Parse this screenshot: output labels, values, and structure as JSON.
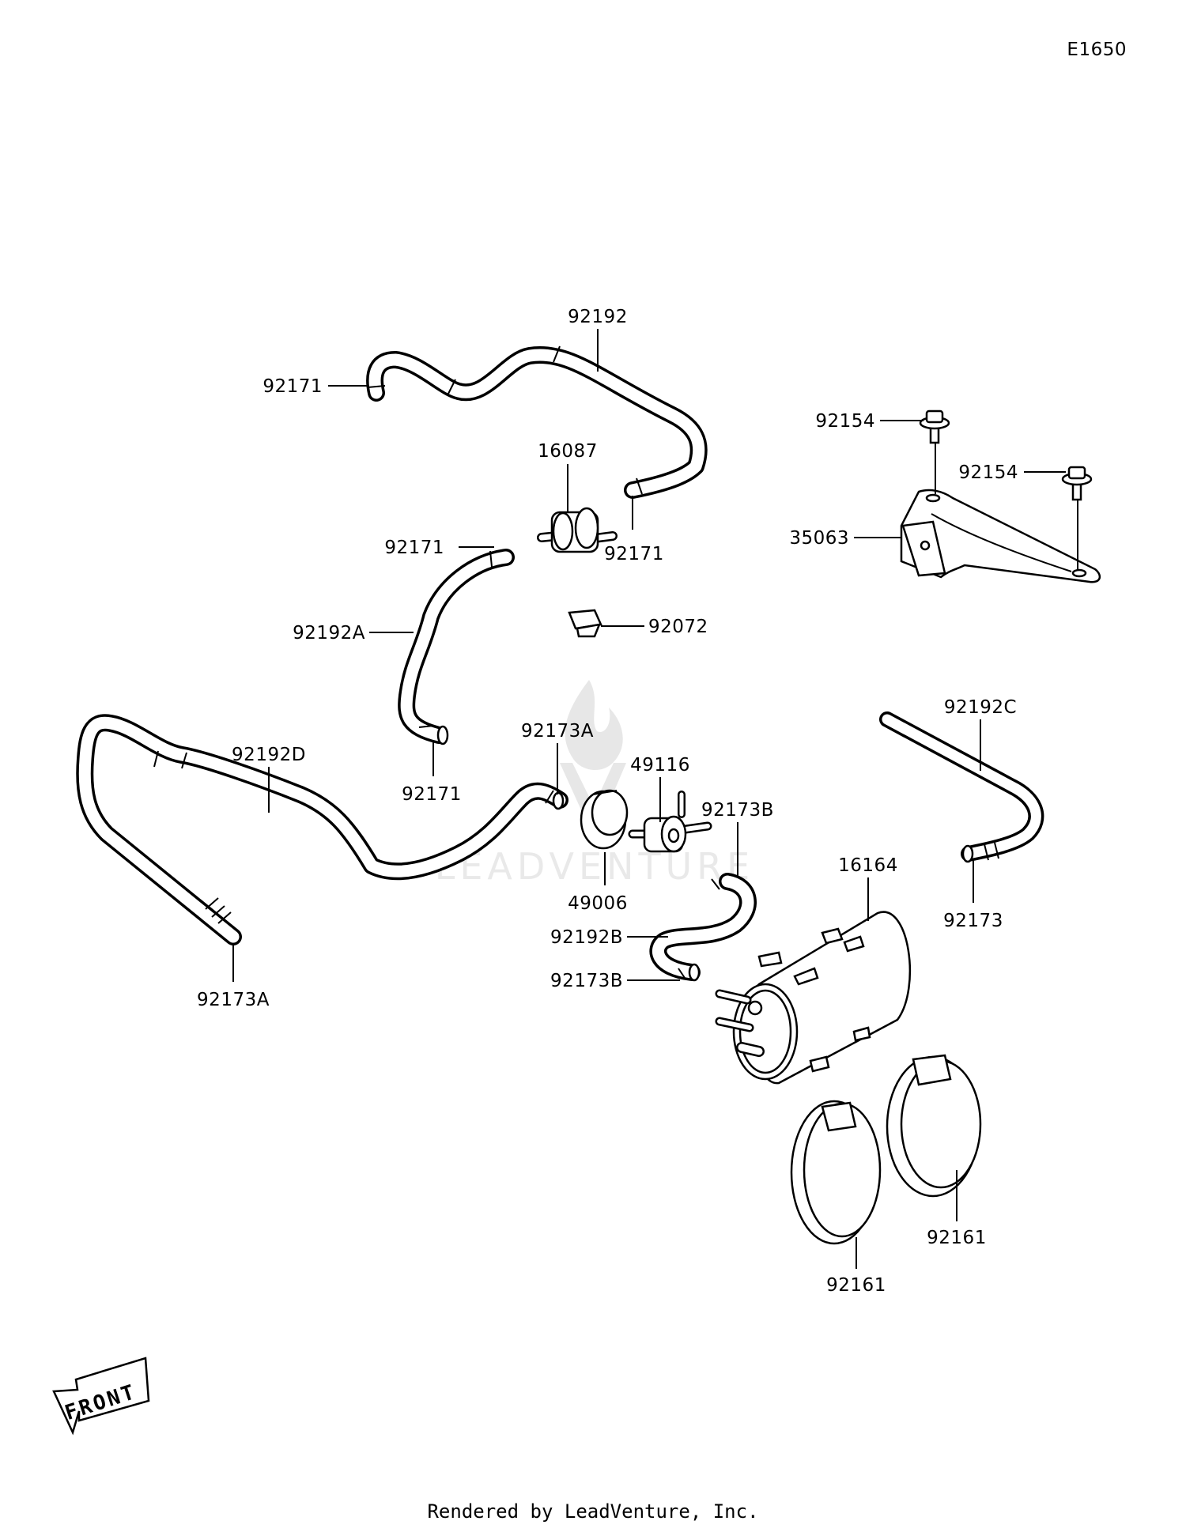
{
  "diagram_code": "E1650",
  "footer": "Rendered by LeadVenture, Inc.",
  "watermark": "LEADVENTURE",
  "front_label": "FRONT",
  "labels": {
    "p92192_top": "92192",
    "p92171_a": "92171",
    "p16087": "16087",
    "p92171_b": "92171",
    "p92171_c": "92171",
    "p92192A": "92192A",
    "p92072": "92072",
    "p92171_d": "92171",
    "p92154_a": "92154",
    "p92154_b": "92154",
    "p35063": "35063",
    "p92192C": "92192C",
    "p92173": "92173",
    "p92173A_a": "92173A",
    "p92192D": "92192D",
    "p92173A_b": "92173A",
    "p49116": "49116",
    "p49006": "49006",
    "p92173B_a": "92173B",
    "p92192B": "92192B",
    "p92173B_b": "92173B",
    "p16164": "16164",
    "p92161_a": "92161",
    "p92161_b": "92161"
  }
}
